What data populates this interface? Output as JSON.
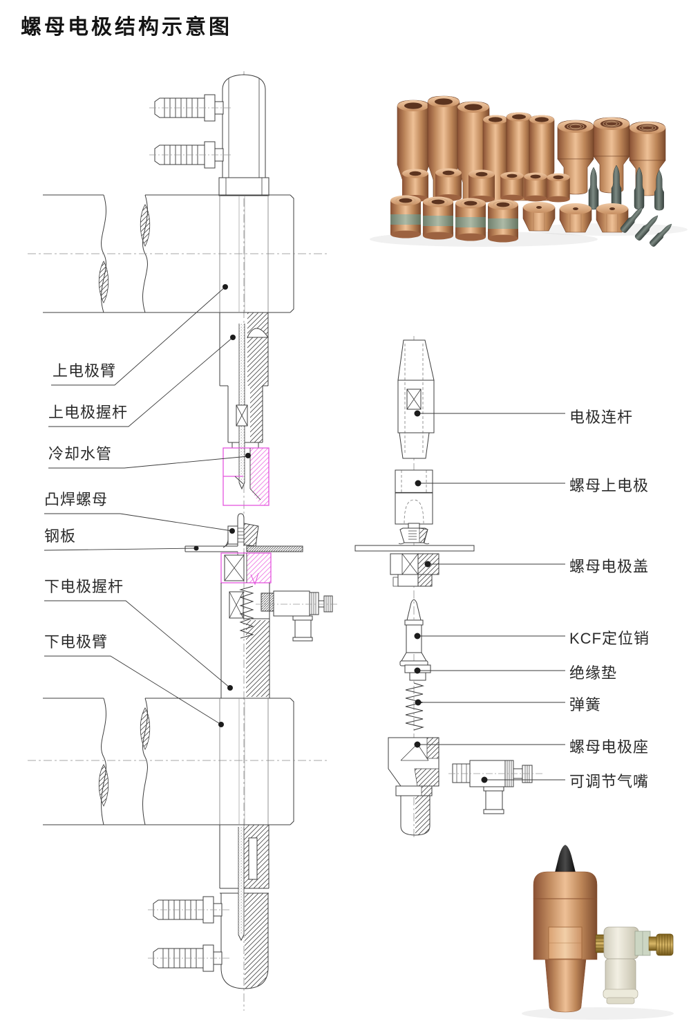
{
  "page": {
    "title": "螺母电极结构示意图"
  },
  "sectional_view": {
    "labels": [
      {
        "text": "上电极臂"
      },
      {
        "text": "上电极握杆"
      },
      {
        "text": "冷却水管"
      },
      {
        "text": "凸焊螺母"
      },
      {
        "text": "钢板"
      },
      {
        "text": "下电极握杆"
      },
      {
        "text": "下电极臂"
      }
    ]
  },
  "exploded_view": {
    "labels": [
      {
        "text": "电极连杆"
      },
      {
        "text": "螺母上电极"
      },
      {
        "text": "螺母电极盖"
      },
      {
        "text": "KCF定位销"
      },
      {
        "text": "绝缘垫"
      },
      {
        "text": "弹簧"
      },
      {
        "text": "螺母电极座"
      },
      {
        "text": "可调节气嘴"
      }
    ]
  },
  "colors": {
    "line": "#3c3c3c",
    "magenta_highlight": "#e455de",
    "copper": "#c08a5e",
    "text": "#2a2a2a"
  }
}
